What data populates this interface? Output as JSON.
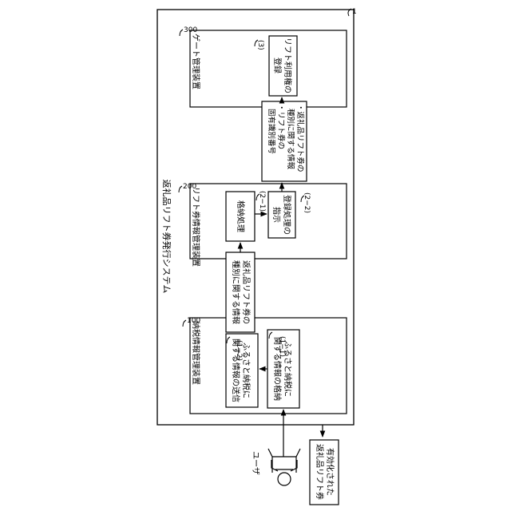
{
  "system": {
    "title": "返礼品リフト券発行システム",
    "ref": "1"
  },
  "devices": [
    {
      "ref": "100",
      "title": "納税情報管理装置"
    },
    {
      "ref": "200",
      "title": "リフト券情報管理装置"
    },
    {
      "ref": "300",
      "title": "ゲート管理装置"
    }
  ],
  "steps": [
    {
      "ref": "(1−1)",
      "lines": [
        "ふるさと納税に",
        "関する情報の格納"
      ]
    },
    {
      "ref": "(1−2)",
      "lines": [
        "ふるさと納税に",
        "関する情報の送信"
      ]
    },
    {
      "ref": "(2−1)",
      "lines": [
        "格納処理"
      ]
    },
    {
      "ref": "(2−2)",
      "lines": [
        "登録処理の",
        "指示"
      ]
    },
    {
      "ref": "(3)",
      "lines": [
        "リフト利用権の",
        "登録"
      ]
    }
  ],
  "messages": {
    "m1": [
      "返礼品リフト券の",
      "種別に関する情報"
    ],
    "m2": [
      "・返礼品リフト券の",
      "種別に関する情報",
      "・リフト券の",
      "固有識別番号"
    ]
  },
  "user": {
    "label": "ユーザ"
  },
  "output": {
    "lines": [
      "有効化された",
      "返礼品リフト券"
    ]
  }
}
